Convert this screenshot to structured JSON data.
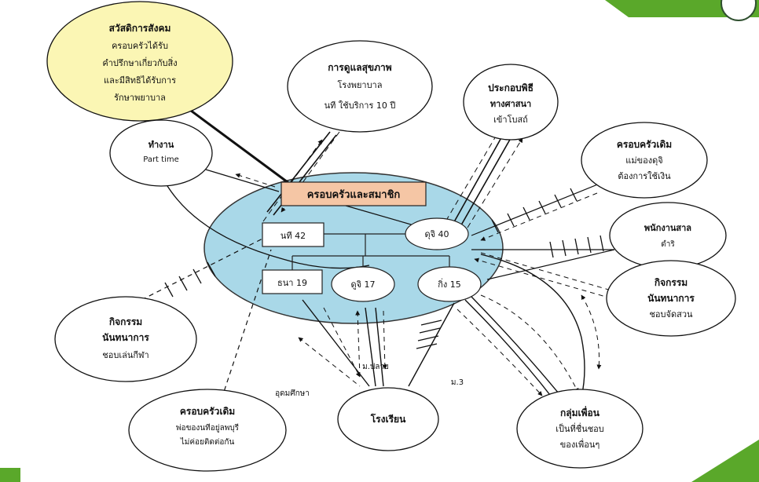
{
  "title_box": "ครอบครัวและสมาชิก",
  "members": {
    "father": "นที 42",
    "mother": "ดุจิ 40",
    "child1": "ธนา 19",
    "child2": "ดูจิ 17",
    "child3": "กิ่ง 15"
  },
  "nodes": {
    "welfare": {
      "title": "สวัสดิการสังคม",
      "lines": [
        "ครอบครัวได้รับ",
        "คำปรึกษาเกี่ยวกับสิ่ง",
        "และมีสิทธิได้รับการ",
        "รักษาพยาบาล"
      ]
    },
    "health": {
      "title": "การดูแลสุขภาพ",
      "lines": [
        "โรงพยาบาล",
        "นที ใช้บริการ 10 ปี"
      ]
    },
    "religion": {
      "title": "ประกอบพิธี",
      "line2": "ทางศาสนา",
      "line3": "เข้าโบสถ์"
    },
    "parttime": {
      "title": "ทำงาน",
      "line2": "Part time"
    },
    "orig_family_right": {
      "title": "ครอบครัวเดิม",
      "line2": "แม่ของดุจิ",
      "line3": "ต้องการใช้เงิน"
    },
    "employee": {
      "title": "พนักงานสาล",
      "line2": "ดำริ"
    },
    "rec_right": {
      "title": "กิจกรรม",
      "line2": "นันทนาการ",
      "line3": "ชอบจัดสวน"
    },
    "rec_left": {
      "title": "กิจกรรม",
      "line2": "นันทนาการ",
      "line3": "ชอบเล่นกีฬา"
    },
    "orig_family_left": {
      "title": "ครอบครัวเดิม",
      "line2": "พ่อของนทีอยู่ลพบุรี",
      "line3": "ไม่ค่อยติดต่อกัน"
    },
    "school": {
      "title": "โรงเรียน"
    },
    "friends": {
      "title": "กลุ่มเพื่อน",
      "line2": "เป็นที่ชื่นชอบ",
      "line3": "ของเพื่อนๆ"
    }
  },
  "edge_labels": {
    "university": "อุดมศึกษา",
    "high_school": "ม.ปลาย",
    "m3": "ม.3"
  },
  "colors": {
    "ecomap_fill": "#a9d8e8",
    "title_box_fill": "#f5c6a5",
    "welfare_fill": "#fbf6b4",
    "accent_green": "#5aa82a"
  }
}
